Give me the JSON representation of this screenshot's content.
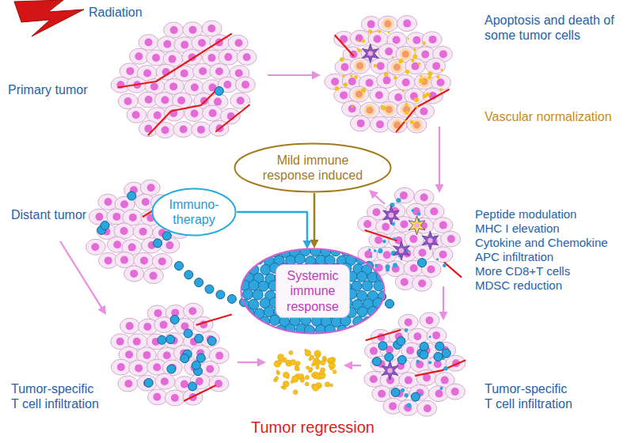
{
  "diagram": {
    "nodes": [
      {
        "text": [
          "Mild immune response induced"
        ]
      },
      {
        "text": [
          "Immuno-therapy"
        ]
      },
      {
        "text": [
          "Systemic immune response"
        ]
      }
    ],
    "edges": [
      {
        "from": 0,
        "to": 2,
        "arrow": "to"
      },
      {
        "from": 1,
        "to": 2,
        "arrow": "to"
      }
    ],
    "labels": [
      "Radiation",
      "Primary tumor",
      "Apoptosis and death of some tumor cells",
      "Vascular normalization",
      "Peptide modulation",
      "MHC I elevation",
      "Cytokine and Chemokine",
      "APC infiltration",
      "More CD8+T cells",
      "MDSC reduction",
      "Distant tumor",
      "Tumor-specific T cell infiltration",
      "Tumor-specific T cell infiltration",
      "Tumor regression"
    ]
  }
}
